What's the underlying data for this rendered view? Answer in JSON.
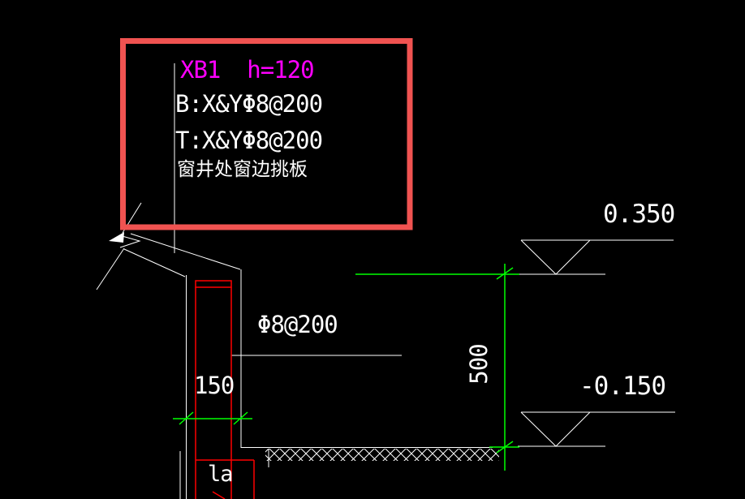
{
  "drawing": {
    "annotation_box": {
      "title": "XB1  h=120",
      "bottom_rebar": "B:X&YΦ8@200",
      "top_rebar": "T:X&YΦ8@200",
      "note": "窗井处窗边挑板"
    },
    "callouts": {
      "slab_rebar": "Φ8@200",
      "anchorage_length": "la"
    },
    "dimensions": {
      "wall_width": "150",
      "level_height": "500"
    },
    "elevations": {
      "upper": "0.350",
      "lower": "-0.150"
    },
    "colors": {
      "background": "#000000",
      "drawing_white": "#FFFFFF",
      "dimension_green": "#00FF00",
      "rebar_red": "#FF0000",
      "highlight_box_red": "#F05351",
      "title_magenta": "#FF00FF"
    }
  }
}
